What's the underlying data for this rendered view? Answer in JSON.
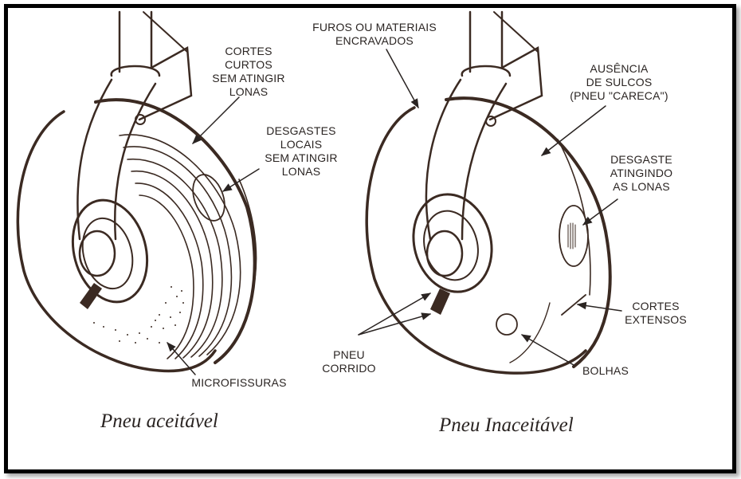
{
  "figure": {
    "left_panel": {
      "caption": "Pneu aceitável",
      "labels": {
        "short_cuts": "CORTES\nCURTOS\nSEM ATINGIR\nLONAS",
        "local_wear": "DESGASTES\nLOCAIS\nSEM ATINGIR\nLONAS",
        "micro_cracks": "MICROFISSURAS"
      }
    },
    "right_panel": {
      "caption": "Pneu Inaceitável",
      "labels": {
        "embedded": "FUROS OU MATERIAIS\nENCRAVADOS",
        "bald": "AUSÊNCIA\nDE SULCOS\n(PNEU \"CARECA\")",
        "cord_wear": "DESGASTE\nATINGINDO\nAS LONAS",
        "long_cuts": "CORTES\nEXTENSOS",
        "skidded": "PNEU\nCORRIDO",
        "blisters": "BOLHAS"
      }
    },
    "colors": {
      "ink": "#3b2a22",
      "frame": "#000000"
    }
  }
}
